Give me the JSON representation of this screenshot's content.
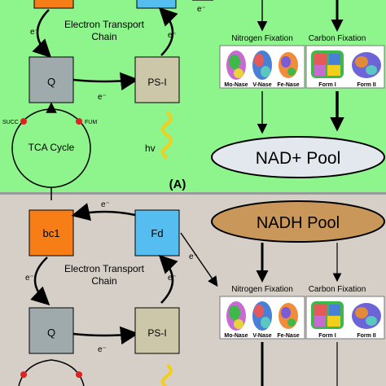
{
  "colors": {
    "top_background": "#8ef58c",
    "bottom_background": "#d6cfc8",
    "divider": "#9b9b9b",
    "bc1": "#f77d17",
    "fd": "#56bdf0",
    "q": "#9faaad",
    "psi": "#cbc7a8",
    "nad_pool": "#e3e8ee",
    "nadh_pool": "#c9975a",
    "electron_arrow": "#000000",
    "tca_node": "#dd2222",
    "light": "#f2cf1d"
  },
  "top": {
    "etc_label_line1": "Electron Transport",
    "etc_label_line2": "Chain",
    "e_labels": [
      "e⁻",
      "e⁻",
      "e⁻",
      "e⁻"
    ],
    "q_label": "Q",
    "psi_label": "PS-I",
    "succ_label": "SUCC",
    "fum_label": "FUM",
    "tca_label": "TCA Cycle",
    "hv_label": "hv",
    "panel_label": "(A)",
    "nitrogen_title": "Nitrogen Fixation",
    "carbon_title": "Carbon Fixation",
    "nitrogen_enzymes": [
      "Mo-Nase",
      "V-Nase",
      "Fe-Nase"
    ],
    "carbon_enzymes": [
      "Form I",
      "Form II"
    ],
    "pool_label": "NAD+ Pool"
  },
  "bottom": {
    "bc1_label": "bc1",
    "fd_label": "Fd",
    "etc_label_line1": "Electron Transport",
    "etc_label_line2": "Chain",
    "e_labels": [
      "e⁻",
      "e⁻",
      "e⁻",
      "e⁻",
      "e⁻"
    ],
    "q_label": "Q",
    "psi_label": "PS-I",
    "nitrogen_title": "Nitrogen Fixation",
    "carbon_title": "Carbon Fixation",
    "nitrogen_enzymes": [
      "Mo-Nase",
      "V-Nase",
      "Fe-Nase"
    ],
    "carbon_enzymes": [
      "Form I",
      "Form II"
    ],
    "pool_label": "NADH Pool"
  }
}
